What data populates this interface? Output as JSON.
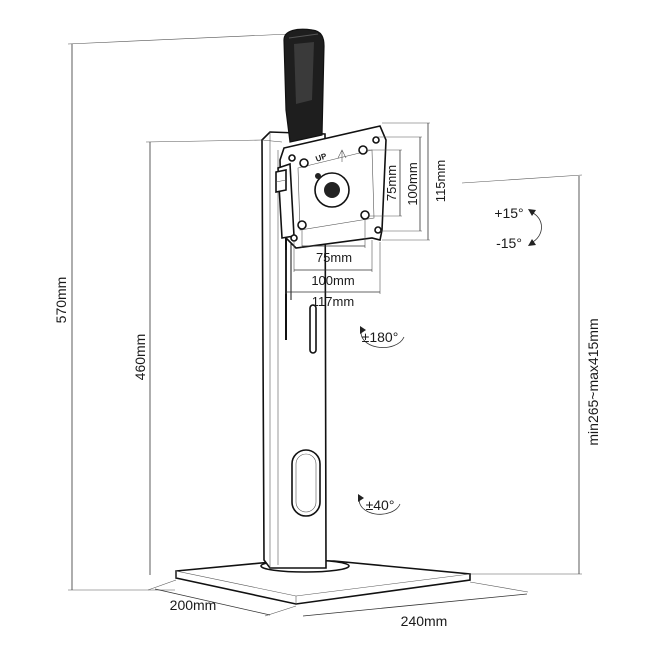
{
  "labels": {
    "height_total": "570mm",
    "height_column": "460mm",
    "height_range": "min265~max415mm",
    "base_depth": "200mm",
    "base_width": "240mm",
    "vesa_h_75": "75mm",
    "vesa_h_100": "100mm",
    "vesa_h_117": "117mm",
    "vesa_v_75": "75mm",
    "vesa_v_100": "100mm",
    "vesa_v_115": "115mm",
    "tilt_up": "+15°",
    "tilt_down": "-15°",
    "rotation": "±180°",
    "swivel": "±40°",
    "up_mark": "UP"
  },
  "icons": {
    "tilt": "curved-double-arrow-icon",
    "rotation": "circular-arrow-icon",
    "swivel": "circular-arrow-icon",
    "up": "up-arrow-icon"
  }
}
